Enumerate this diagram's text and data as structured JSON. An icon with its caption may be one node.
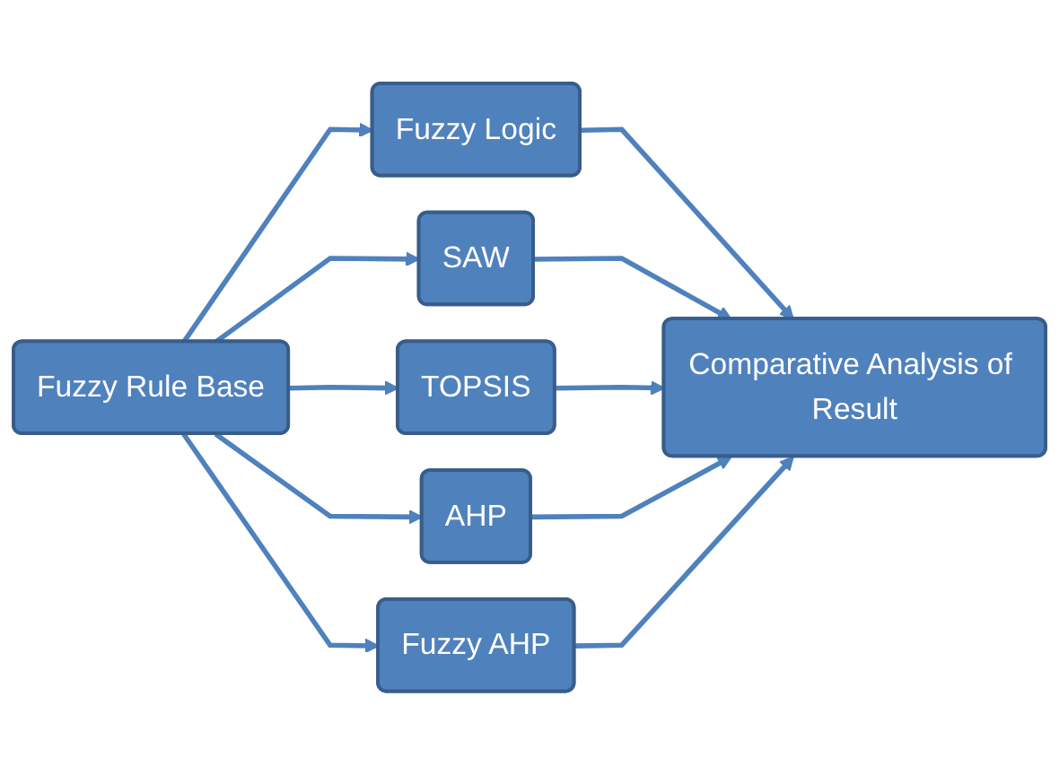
{
  "diagram": {
    "nodes": [
      {
        "text": [
          "Fuzzy Rule Base"
        ]
      },
      {
        "text": [
          "Fuzzy Logic"
        ]
      },
      {
        "text": [
          "SAW"
        ]
      },
      {
        "text": [
          "TOPSIS"
        ]
      },
      {
        "text": [
          "AHP"
        ]
      },
      {
        "text": [
          "Fuzzy AHP"
        ]
      },
      {
        "text": [
          "Comparative Analysis of Result"
        ]
      }
    ],
    "edges": [
      {
        "from": 0,
        "to": 1,
        "arrow": "to"
      },
      {
        "from": 0,
        "to": 2,
        "arrow": "to"
      },
      {
        "from": 0,
        "to": 3,
        "arrow": "to"
      },
      {
        "from": 0,
        "to": 4,
        "arrow": "to"
      },
      {
        "from": 0,
        "to": 5,
        "arrow": "to"
      },
      {
        "from": 1,
        "to": 6,
        "arrow": "to"
      },
      {
        "from": 2,
        "to": 6,
        "arrow": "to"
      },
      {
        "from": 3,
        "to": 6,
        "arrow": "to"
      },
      {
        "from": 4,
        "to": 6,
        "arrow": "to"
      },
      {
        "from": 5,
        "to": 6,
        "arrow": "to"
      }
    ]
  }
}
